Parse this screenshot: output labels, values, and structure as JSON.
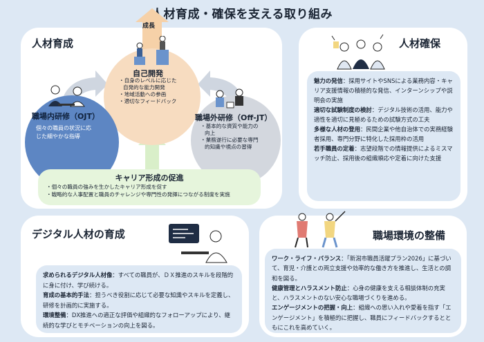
{
  "title": "人材育成・確保を支える取り組み",
  "development": {
    "heading": "人材育成",
    "growth_label": "成長",
    "self": {
      "title": "自己開発",
      "bullets": [
        "・自身のレベルに応じた",
        "自発的な能力開発",
        "・地域活動への参画",
        "・適切なフィードバック"
      ]
    },
    "ojt": {
      "title": "職場内研修（OJT）",
      "text": [
        "個々の職員の状況に応",
        "じた細やかな指導"
      ]
    },
    "offjt": {
      "title": "職場外研修（Off-JT）",
      "bullets": [
        "・基本的な資質や能力の",
        "向上",
        "・業務遂行に必要な専門",
        "的知識や視点の習得"
      ]
    },
    "career": {
      "title": "キャリア形成の促進",
      "bullets": [
        "・個々の職員の強みを生かしたキャリア形成を促す",
        "・戦略的な人事配置と職員のチャレンジや専門性の発揮につながる制度を実施"
      ]
    }
  },
  "recruitment": {
    "heading": "人材確保",
    "items": [
      {
        "key": "魅力の発信",
        "text": "：採用サイトやSNSによる業務内容・キャリア支援情報の積極的な発信、インターンシップや説明会の実施"
      },
      {
        "key": "適切な試験制度の検討",
        "text": "：デジタル技術の活用、能力や適性を適切に見極めるための試験方式の工夫"
      },
      {
        "key": "多様な人材の登用",
        "text": "：民間企業や他自治体での実務経験者採用、専門分野に特化した採用枠の活用"
      },
      {
        "key": "若手職員の定着",
        "text": "：志望段階での情報提供によるミスマッチ防止、採用後の組織順応や定着に向けた支援"
      }
    ]
  },
  "digital": {
    "heading": "デジタル人材の育成",
    "items": [
      {
        "key": "求められるデジタル人材像",
        "text": "：すべての職員が、ＤＸ推進のスキルを段階的に身に付け、学び続ける。"
      },
      {
        "key": "育成の基本的手法",
        "text": "：担うべき役割に応じて必要な知識やスキルを定義し、研修を計画的に実施する。"
      },
      {
        "key": "環境整備",
        "text": "：DX推進への適正な評価や組織的なフォローアップにより、継続的な学びとモチベーションの向上を図る。"
      }
    ]
  },
  "environment": {
    "heading": "職場環境の整備",
    "items": [
      {
        "key": "ワーク・ライフ・バランス",
        "text": "：「新潟市職員活躍プラン2026」に基づいて、育児・介護との両立支援や効率的な働き方を推進し、生活との調和を図る。"
      },
      {
        "key": "健康管理とハラスメント防止",
        "text": "：心身の健康を支える相談体制の充実と、ハラスメントのない安心な職場づくりを進める。"
      },
      {
        "key": "エンゲージメントの把握・向上",
        "text": "：組織への思い入れや愛着を指す「エンゲージメント」を積極的に把握し、職員にフィードバックするとともにこれを高めていく。"
      }
    ]
  },
  "colors": {
    "background": "#dde8f4",
    "self_circle": "#f7dcc0",
    "ojt_circle": "#5d86c3",
    "offjt_circle": "#d3d7de",
    "career_box": "#e6f5dc",
    "growth_arrow": "#f6d1a8",
    "green_arrow": "#d9efc9"
  },
  "icons": [
    "growth-people-icon",
    "ojt-people-icon",
    "offjt-people-icon",
    "staff-cheering-icon",
    "digital-worker-icon",
    "stretching-people-icon"
  ]
}
